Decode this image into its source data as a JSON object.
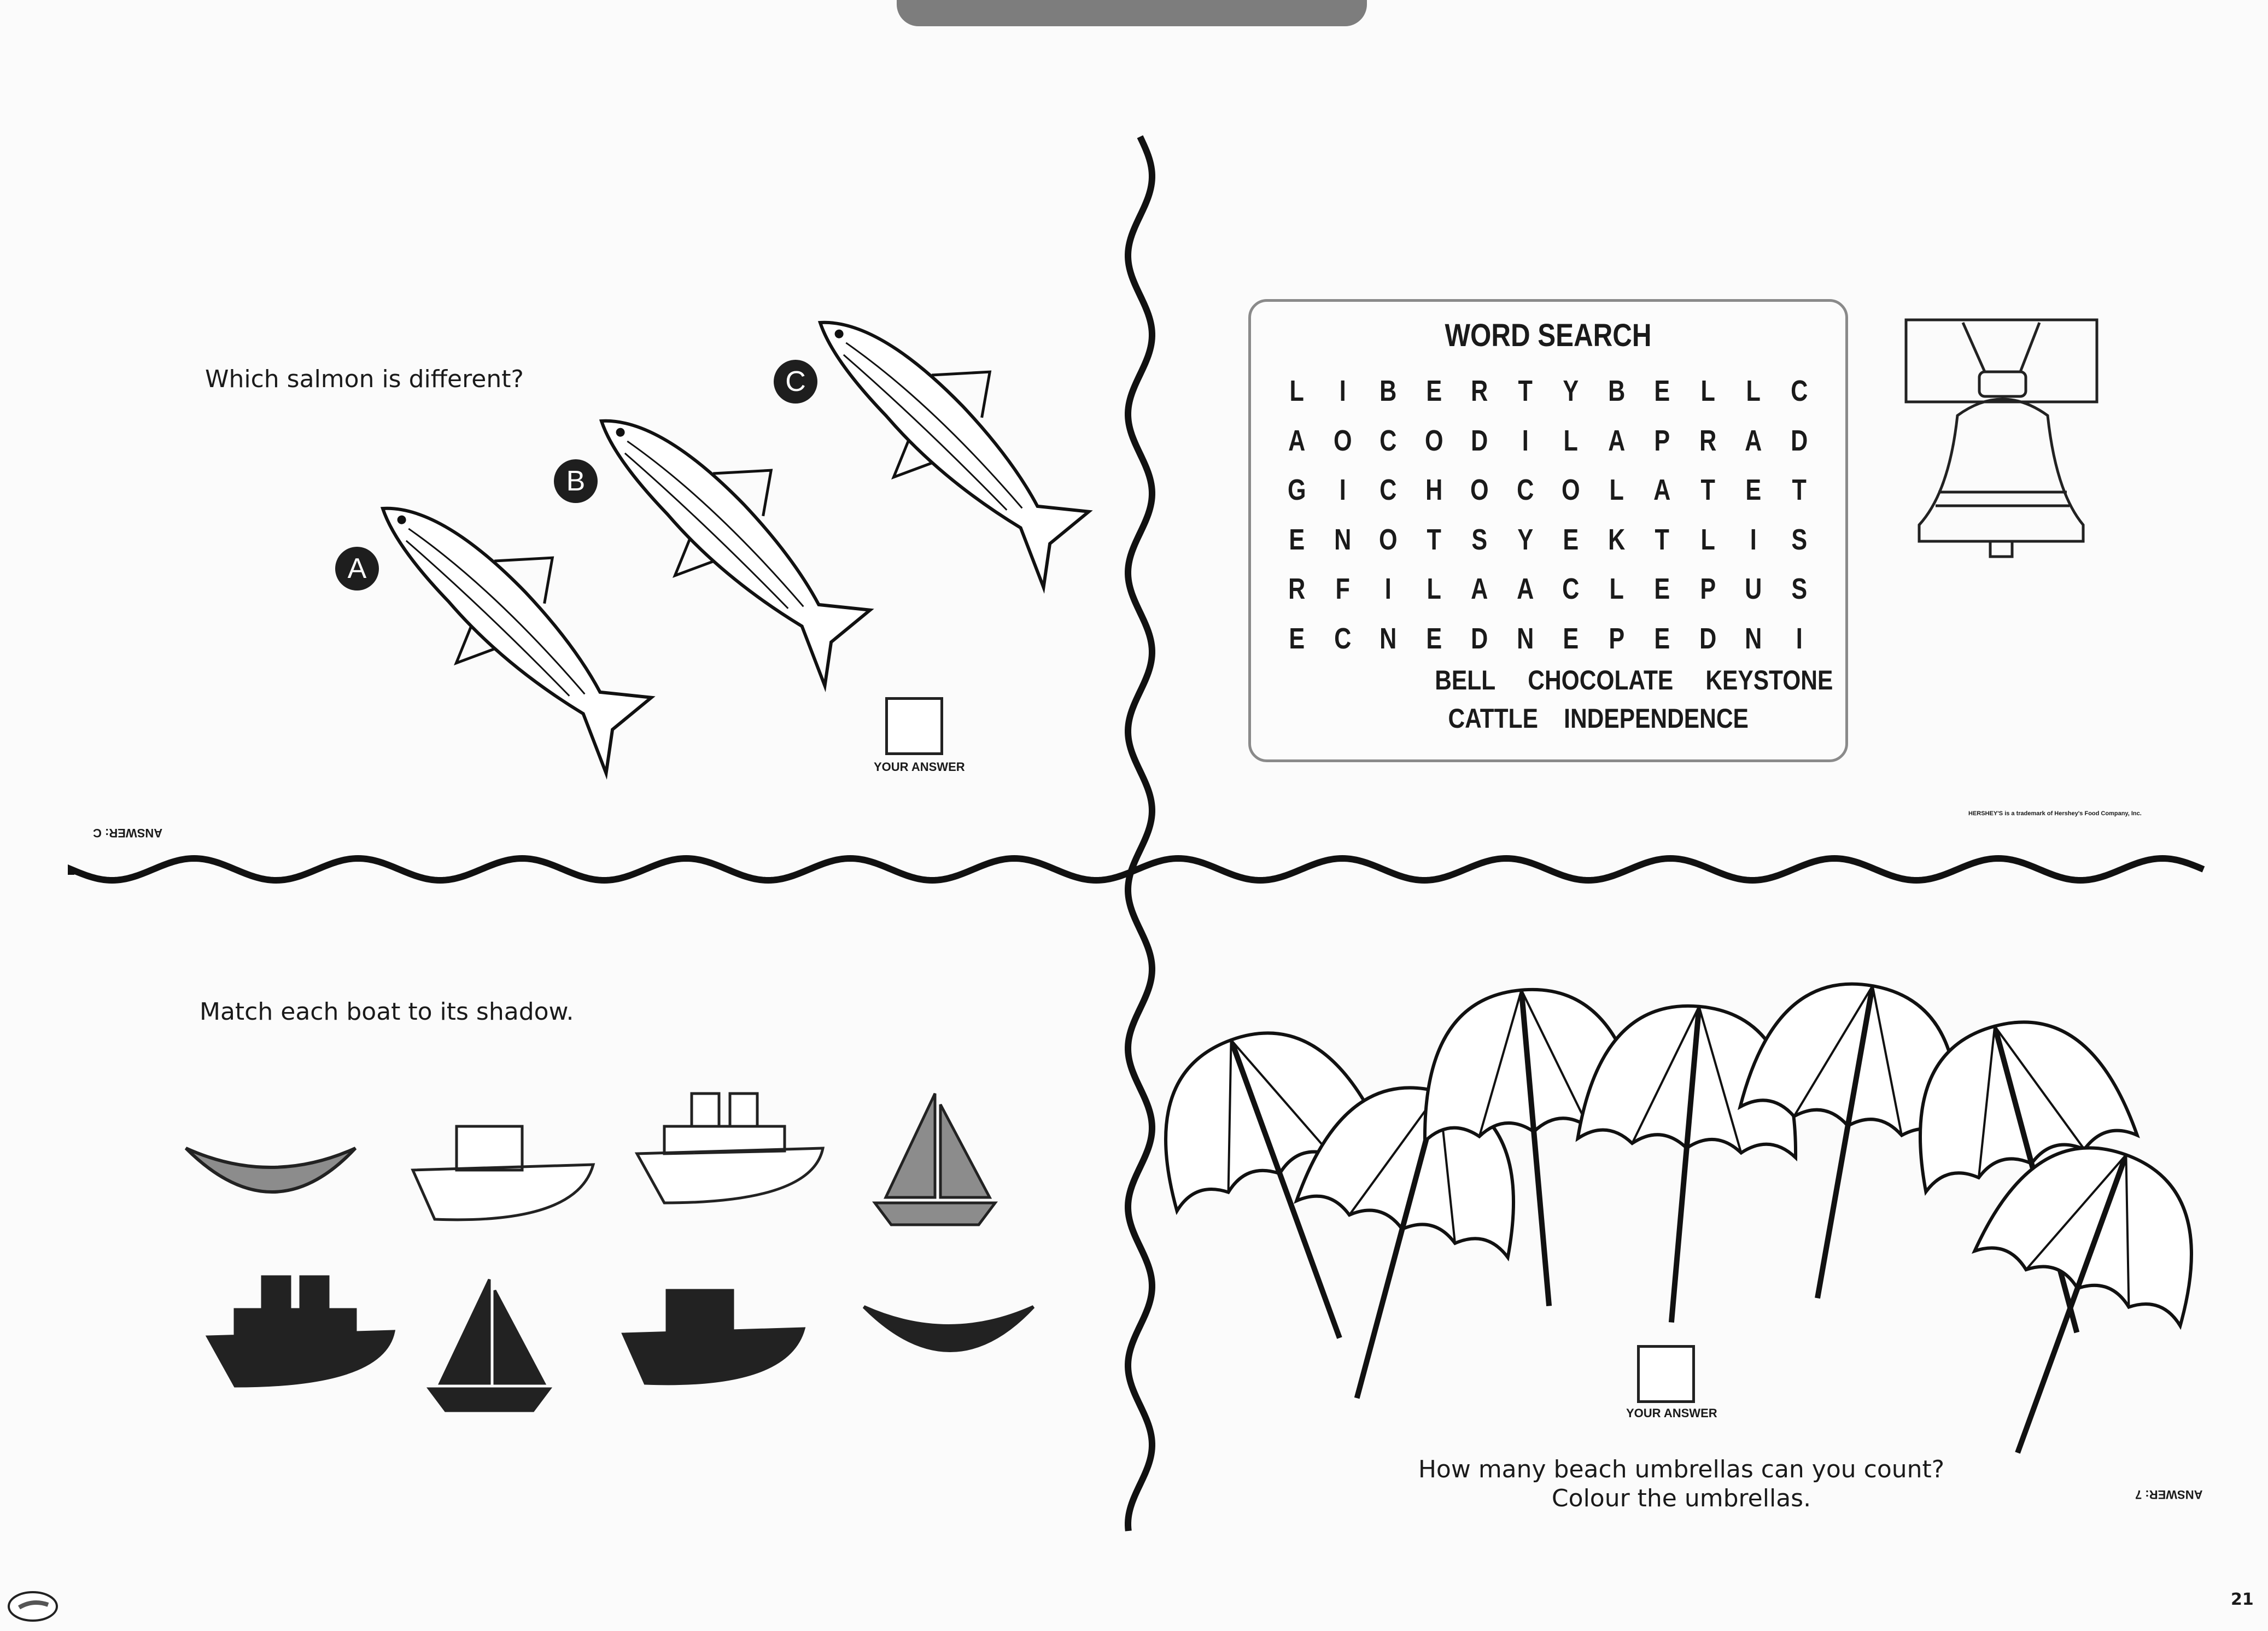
{
  "salmon": {
    "question": "Which salmon is different?",
    "labels": [
      "A",
      "B",
      "C"
    ],
    "answer_box_label": "YOUR ANSWER",
    "upside_down_answer": "ANSWER: C"
  },
  "word_search": {
    "title": "WORD SEARCH",
    "grid": [
      [
        "L",
        "I",
        "B",
        "E",
        "R",
        "T",
        "Y",
        "B",
        "E",
        "L",
        "L",
        "C"
      ],
      [
        "A",
        "O",
        "C",
        "O",
        "D",
        "I",
        "L",
        "A",
        "P",
        "R",
        "A",
        "D"
      ],
      [
        "G",
        "I",
        "C",
        "H",
        "O",
        "C",
        "O",
        "L",
        "A",
        "T",
        "E",
        "T"
      ],
      [
        "E",
        "N",
        "O",
        "T",
        "S",
        "Y",
        "E",
        "K",
        "T",
        "L",
        "I",
        "S"
      ],
      [
        "R",
        "F",
        "I",
        "L",
        "A",
        "A",
        "C",
        "L",
        "E",
        "P",
        "U",
        "S"
      ],
      [
        "E",
        "C",
        "N",
        "E",
        "D",
        "N",
        "E",
        "P",
        "E",
        "D",
        "N",
        "I"
      ]
    ],
    "words_row1": [
      "BELL",
      "CHOCOLATE",
      "KEYSTONE"
    ],
    "words_row2": [
      "CATTLE",
      "INDEPENDENCE"
    ],
    "trademark": "HERSHEY'S is a trademark of Hershey's Food Company, Inc."
  },
  "boats": {
    "question": "Match each boat to its shadow."
  },
  "umbrellas": {
    "answer_box_label": "YOUR ANSWER",
    "question_line1": "How many beach umbrellas can you count?",
    "question_line2": "Colour the umbrellas.",
    "upside_down_answer": "ANSWER: 7"
  },
  "footer": {
    "page_number": "21"
  },
  "colors": {
    "ink": "#1a1a1a",
    "paper": "#fbfbfb",
    "boat_gray": "#8c8c8c",
    "shadow": "#222222"
  }
}
